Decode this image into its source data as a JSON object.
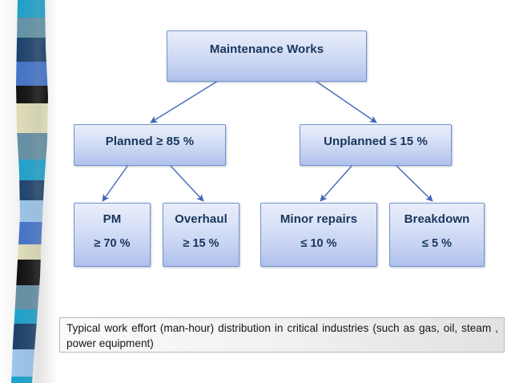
{
  "slide": {
    "background_color": "#FFFFFF",
    "node_fill_top": "#E8EDFA",
    "node_fill_bottom": "#AEC0EC",
    "node_border_color": "#7593CE",
    "node_text_color": "#17365D",
    "connector_color": "#4A6FBA"
  },
  "diagram": {
    "root": {
      "label": "Maintenance Works"
    },
    "level2": [
      {
        "label": "Planned ≥ 85 %"
      },
      {
        "label": "Unplanned ≤ 15 %"
      }
    ],
    "level3": [
      {
        "label": "PM",
        "value": "≥ 70 %"
      },
      {
        "label": "Overhaul",
        "value": "≥ 15 %"
      },
      {
        "label": "Minor repairs",
        "value": "≤ 10 %"
      },
      {
        "label": "Breakdown",
        "value": "≤ 5 %"
      }
    ]
  },
  "caption": {
    "text": "Typical work effort (man-hour) distribution in critical industries (such as gas, oil, steam , power equipment)"
  },
  "sidebar_stripe": {
    "bands": [
      "#0FA3D2",
      "#5C92A8",
      "#0E3866",
      "#3A6FD0",
      "#000000",
      "#E8E6BD",
      "#5E8FA6",
      "#0FA3D2",
      "#0E3866",
      "#9CCBF5",
      "#3A6FD0",
      "#E8E6BD",
      "#000000",
      "#5E8FA6",
      "#0FA3D2",
      "#0E3866",
      "#9CCBF5",
      "#0FA3D2",
      "#E8E6BD",
      "#0E3866",
      "#3A6FD0",
      "#000000"
    ]
  }
}
